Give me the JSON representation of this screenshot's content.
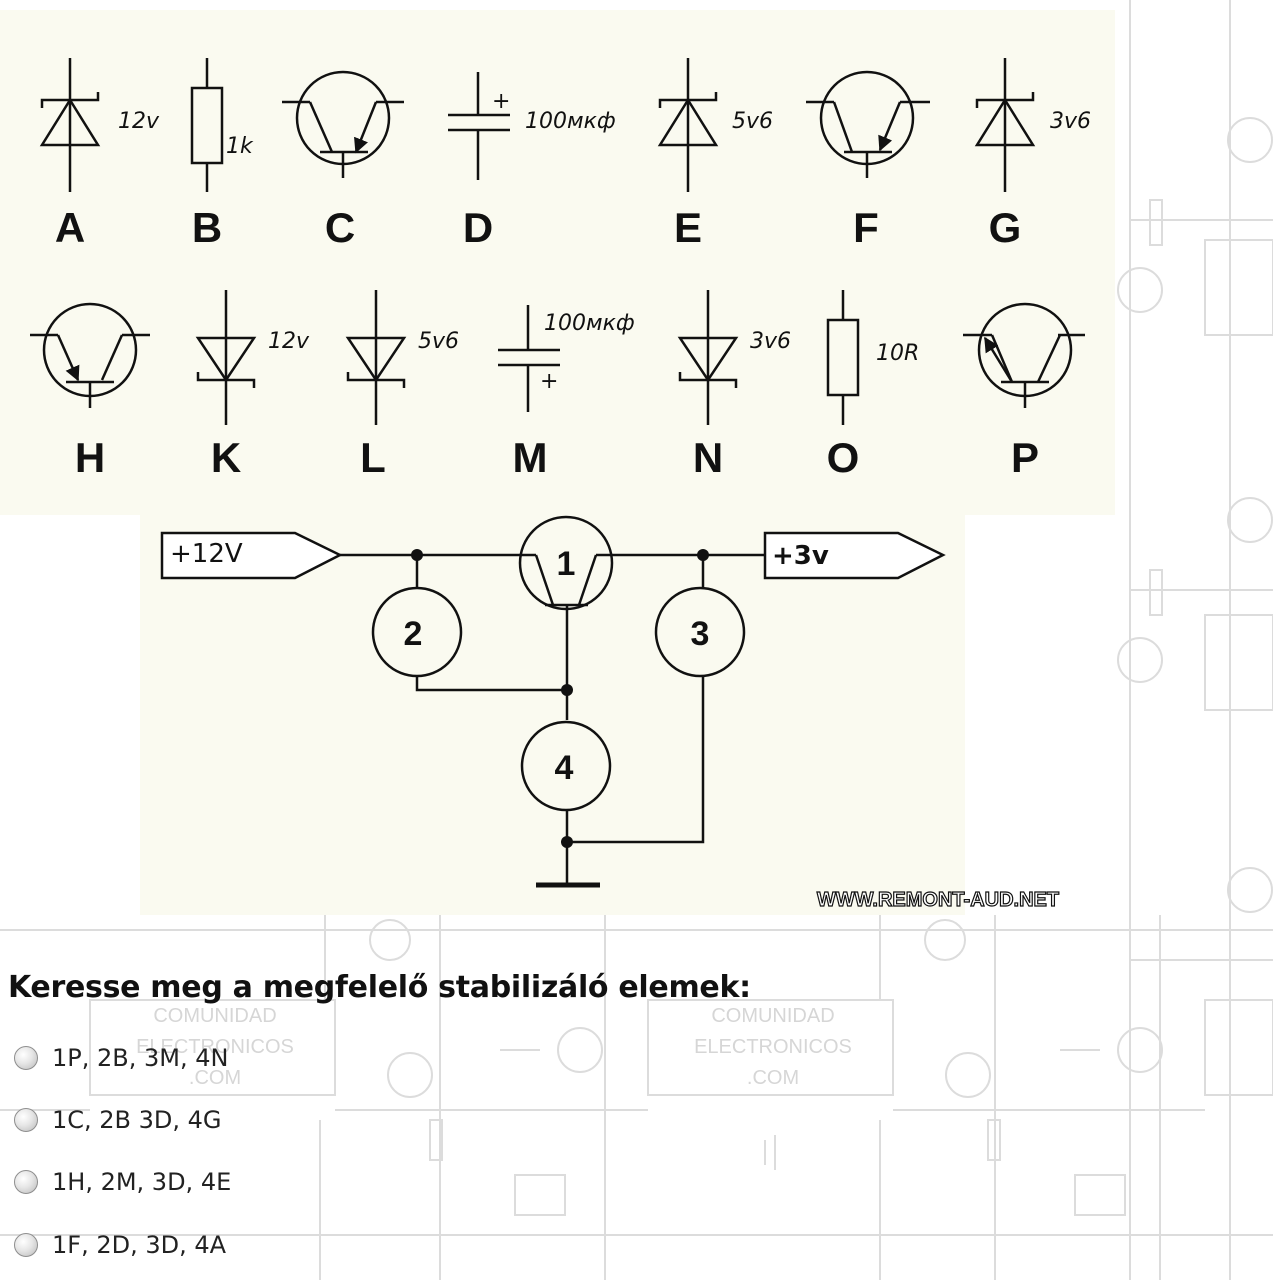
{
  "components": {
    "A": {
      "letter": "A",
      "value": "12v"
    },
    "B": {
      "letter": "B",
      "value": "1k"
    },
    "C": {
      "letter": "C"
    },
    "D": {
      "letter": "D",
      "value": "100мкф",
      "polarity": "+"
    },
    "E": {
      "letter": "E",
      "value": "5v6"
    },
    "F": {
      "letter": "F"
    },
    "G": {
      "letter": "G",
      "value": "3v6"
    },
    "H": {
      "letter": "H"
    },
    "K": {
      "letter": "K",
      "value": "12v"
    },
    "L": {
      "letter": "L",
      "value": "5v6"
    },
    "M": {
      "letter": "M",
      "value": "100мкф",
      "polarity": "+"
    },
    "N": {
      "letter": "N",
      "value": "3v6"
    },
    "O": {
      "letter": "O",
      "value": "10R"
    },
    "P": {
      "letter": "P"
    }
  },
  "circuit": {
    "input_label": "+12V",
    "output_label": "+3v",
    "nodes": [
      "1",
      "2",
      "3",
      "4"
    ]
  },
  "watermark": "WWW.REMONT-AUD.NET",
  "background_watermark": [
    "COMUNIDAD",
    "ELECTRONICOS",
    ".COM"
  ],
  "question": "Keresse meg a megfelelő stabilizáló elemek:",
  "options": [
    "1P, 2B, 3M, 4N",
    "1C, 2B 3D, 4G",
    "1H, 2M, 3D, 4E",
    "1F, 2D, 3D, 4A"
  ],
  "colors": {
    "panel": "#fafaf0",
    "ink": "#111111",
    "radio": "#cfcfcf"
  }
}
